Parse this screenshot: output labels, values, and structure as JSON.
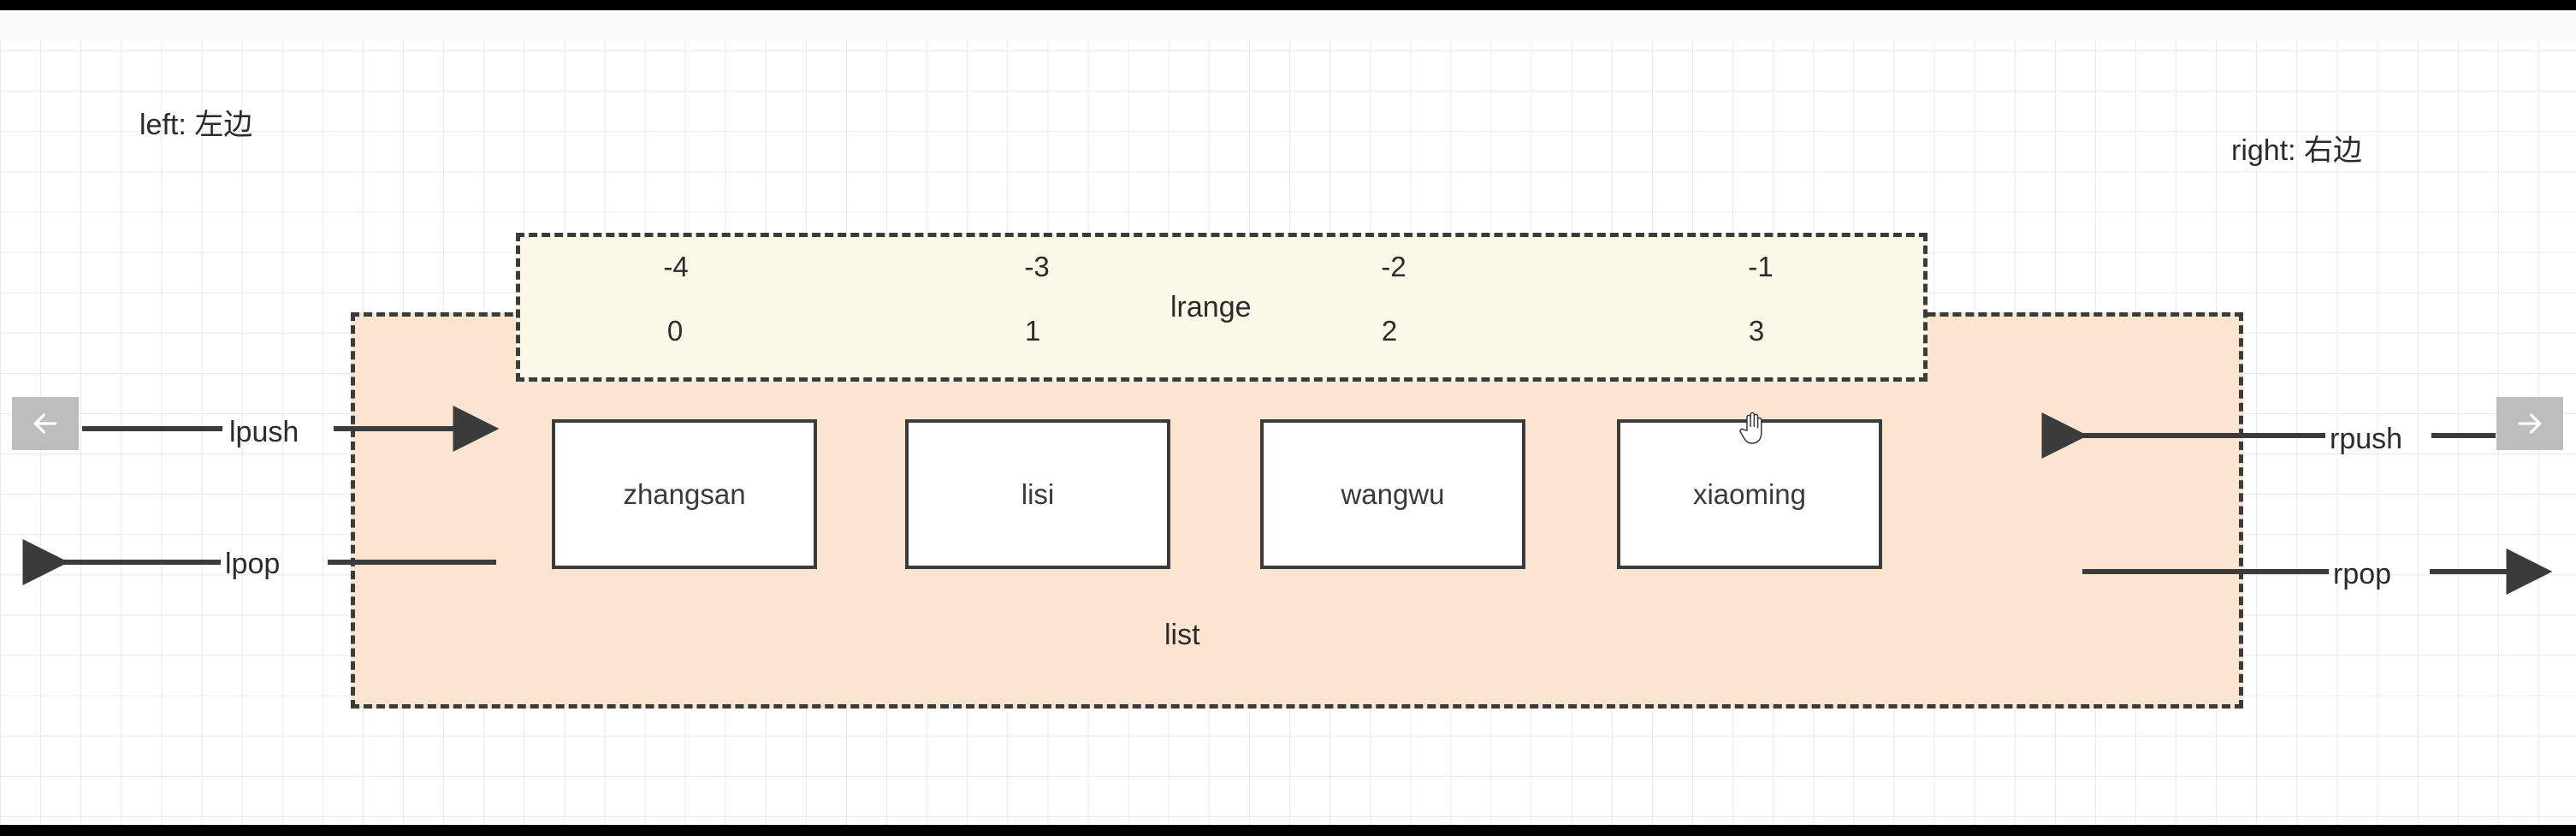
{
  "diagram": {
    "title_hidden": "",
    "side_labels": {
      "left": "left:  左边",
      "right": "right:  右边"
    },
    "containers": {
      "list": {
        "label": "list",
        "fill_color": "#fbe5d0",
        "border_style": "dashed"
      },
      "lrange": {
        "label": "lrange",
        "fill_color": "#fbf8e8",
        "border_style": "dashed"
      }
    },
    "elements": [
      {
        "value": "zhangsan",
        "index_positive": "0",
        "index_negative": "-4"
      },
      {
        "value": "lisi",
        "index_positive": "1",
        "index_negative": "-3"
      },
      {
        "value": "wangwu",
        "index_positive": "2",
        "index_negative": "-2"
      },
      {
        "value": "xiaoming",
        "index_positive": "3",
        "index_negative": "-1"
      }
    ],
    "operations": {
      "lpush": "lpush",
      "lpop": "lpop",
      "rpush": "rpush",
      "rpop": "rpop"
    },
    "nav": {
      "prev_icon": "arrow-left-icon",
      "next_icon": "arrow-right-icon"
    },
    "cursor": {
      "icon": "hand-pointer-cursor"
    },
    "colors": {
      "list_fill": "#fbe5d0",
      "lrange_fill": "#fbf8e8",
      "stroke": "#3b3b3b",
      "text": "#2b2b2b",
      "nav_button": "#bdbdbd"
    }
  }
}
